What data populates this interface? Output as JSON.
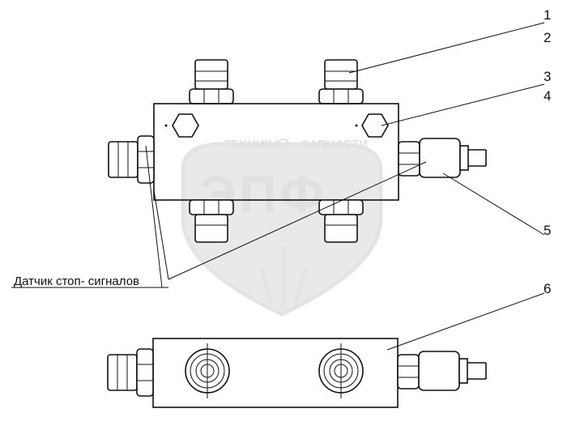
{
  "callouts": [
    "1",
    "2",
    "3",
    "4",
    "5",
    "6"
  ],
  "sensor_label": "Датчик стоп- сигналов",
  "watermark": {
    "line1_left": "ТЕХНИКА",
    "line1_right": "ЗАПЧАСТИ",
    "logo": "ЭПФ"
  }
}
